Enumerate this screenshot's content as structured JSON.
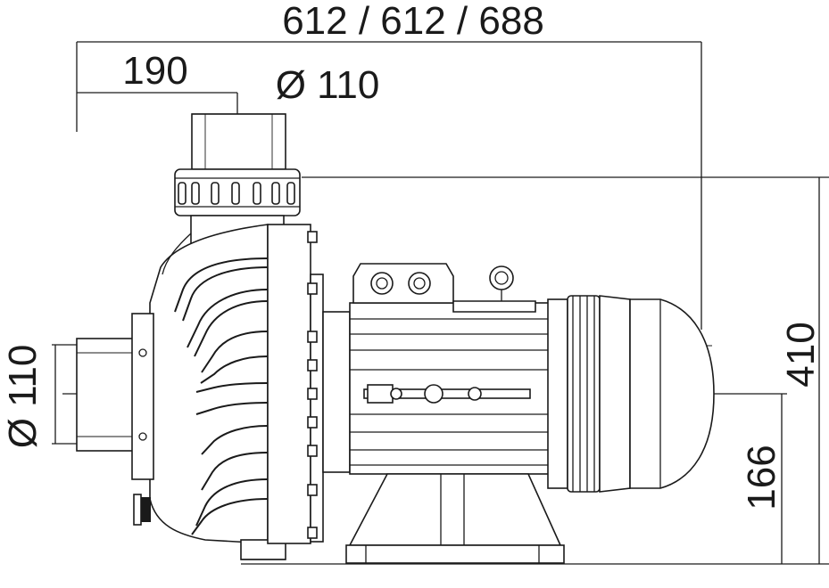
{
  "dimensions": {
    "overall_length": "612 / 612 / 688",
    "discharge_offset": "190",
    "discharge_diameter": "Ø 110",
    "suction_diameter": "Ø 110",
    "overall_height": "410",
    "axis_height": "166"
  },
  "colors": {
    "line": "#1a1a1a",
    "background": "#ffffff"
  }
}
